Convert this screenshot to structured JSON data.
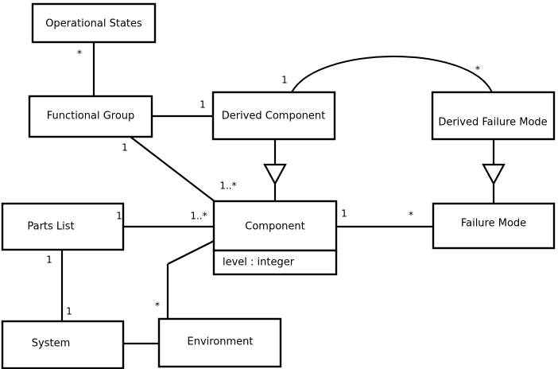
{
  "diagram": {
    "type": "uml-class-diagram",
    "background_color": "#ffffff",
    "line_color": "#000000",
    "classes": [
      {
        "id": "operational-states",
        "name": "Operational States",
        "attributes": []
      },
      {
        "id": "functional-group",
        "name": "Functional Group",
        "attributes": []
      },
      {
        "id": "derived-component",
        "name": "Derived Component",
        "attributes": []
      },
      {
        "id": "derived-failure-mode",
        "name": "Derived Failure Mode",
        "attributes": []
      },
      {
        "id": "parts-list",
        "name": "Parts List",
        "attributes": []
      },
      {
        "id": "component",
        "name": "Component",
        "attributes": [
          "level : integer"
        ]
      },
      {
        "id": "failure-mode",
        "name": "Failure Mode",
        "attributes": []
      },
      {
        "id": "system",
        "name": "System",
        "attributes": []
      },
      {
        "id": "environment",
        "name": "Environment",
        "attributes": []
      }
    ],
    "multiplicities": {
      "operational_states_to_functional_group": "*",
      "functional_group_to_derived_component": "1",
      "derived_component_to_derived_failure_mode_source": "1",
      "derived_component_to_derived_failure_mode_target": "*",
      "functional_group_to_component_source": "1",
      "functional_group_to_component_target": "1..*",
      "parts_list_to_component_source": "1",
      "parts_list_to_component_target": "1..*",
      "component_to_failure_mode_source": "1",
      "component_to_failure_mode_target": "*",
      "parts_list_to_system_source": "1",
      "parts_list_to_system_target": "1",
      "environment_to_component": "*"
    },
    "relationships": [
      {
        "from": "operational-states",
        "to": "functional-group",
        "kind": "association"
      },
      {
        "from": "functional-group",
        "to": "derived-component",
        "kind": "association"
      },
      {
        "from": "derived-component",
        "to": "derived-failure-mode",
        "kind": "association-curved"
      },
      {
        "from": "derived-component",
        "to": "component",
        "kind": "generalization"
      },
      {
        "from": "derived-failure-mode",
        "to": "failure-mode",
        "kind": "generalization"
      },
      {
        "from": "functional-group",
        "to": "component",
        "kind": "association"
      },
      {
        "from": "parts-list",
        "to": "component",
        "kind": "association"
      },
      {
        "from": "component",
        "to": "failure-mode",
        "kind": "association"
      },
      {
        "from": "parts-list",
        "to": "system",
        "kind": "association"
      },
      {
        "from": "system",
        "to": "environment",
        "kind": "association"
      },
      {
        "from": "environment",
        "to": "component",
        "kind": "association"
      }
    ]
  }
}
